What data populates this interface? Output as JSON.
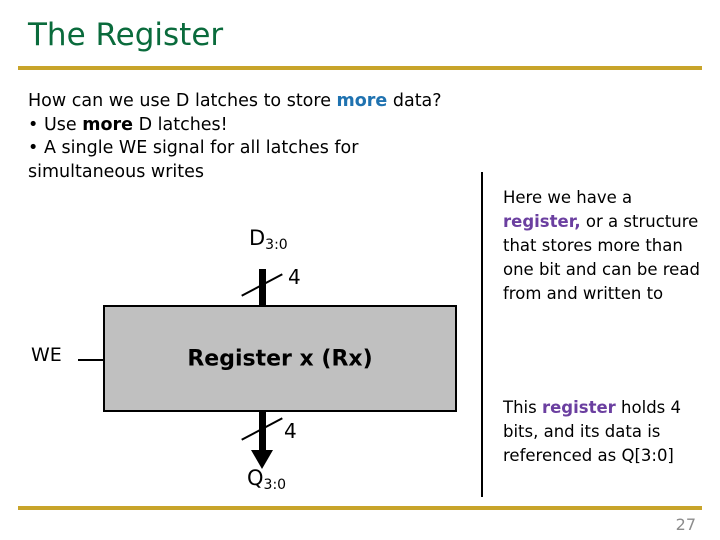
{
  "slide": {
    "title": "The Register",
    "page_number": "27",
    "accent_rule_color": "#c8a42a",
    "title_color": "#0a6b3c"
  },
  "body": {
    "intro_before": "How can we use D latches to store ",
    "intro_highlight": "more",
    "intro_after": " data?",
    "highlight_color": "#1f72b0",
    "bullets": [
      {
        "marker": "•",
        "before": "Use ",
        "bold": "more",
        "after": " D latches!"
      },
      {
        "marker": "•",
        "before": "A single WE signal for all latches for simultaneous writes",
        "bold": "",
        "after": ""
      }
    ]
  },
  "diagram": {
    "box_label": "Register x (Rx)",
    "box_fill": "#c0c0c0",
    "input_port": "D",
    "input_port_sub": "3:0",
    "input_width": "4",
    "output_port": "Q",
    "output_port_sub": "3:0",
    "output_width": "4",
    "enable_label": "WE"
  },
  "sidebar": {
    "paragraph_1": {
      "before": "Here we have a ",
      "highlight": "register,",
      "after": " or a structure that stores more than one bit and can be read from and written to"
    },
    "paragraph_2": {
      "before": "This ",
      "highlight": "register",
      "after": " holds 4 bits, and its data is referenced as Q[3:0]"
    },
    "highlight_color": "#6b3fa0"
  }
}
